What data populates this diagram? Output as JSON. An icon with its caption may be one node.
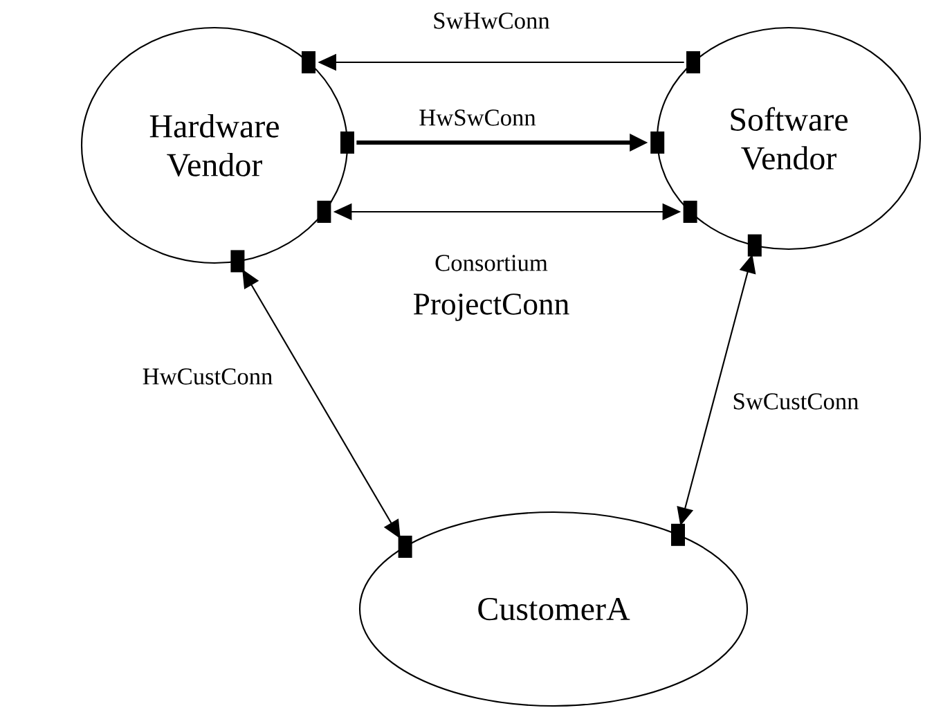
{
  "diagram": {
    "nodes": [
      {
        "text": [
          "Hardware Vendor"
        ]
      },
      {
        "text": [
          "Software Vendor"
        ]
      },
      {
        "text": [
          "CustomerA"
        ]
      }
    ],
    "edges": [
      {
        "from": 1,
        "to": 0,
        "arrow": "to",
        "label": "SwHwConn"
      },
      {
        "from": 0,
        "to": 1,
        "arrow": "to",
        "label": "HwSwConn",
        "style": "thick"
      },
      {
        "from": 0,
        "to": 1,
        "arrow": "both",
        "label": "ProjectConn"
      },
      {
        "from": 0,
        "to": 2,
        "arrow": "both",
        "label": "HwCustConn"
      },
      {
        "from": 1,
        "to": 2,
        "arrow": "both",
        "label": "SwCustConn"
      }
    ],
    "labels": [
      "Consortium"
    ]
  }
}
